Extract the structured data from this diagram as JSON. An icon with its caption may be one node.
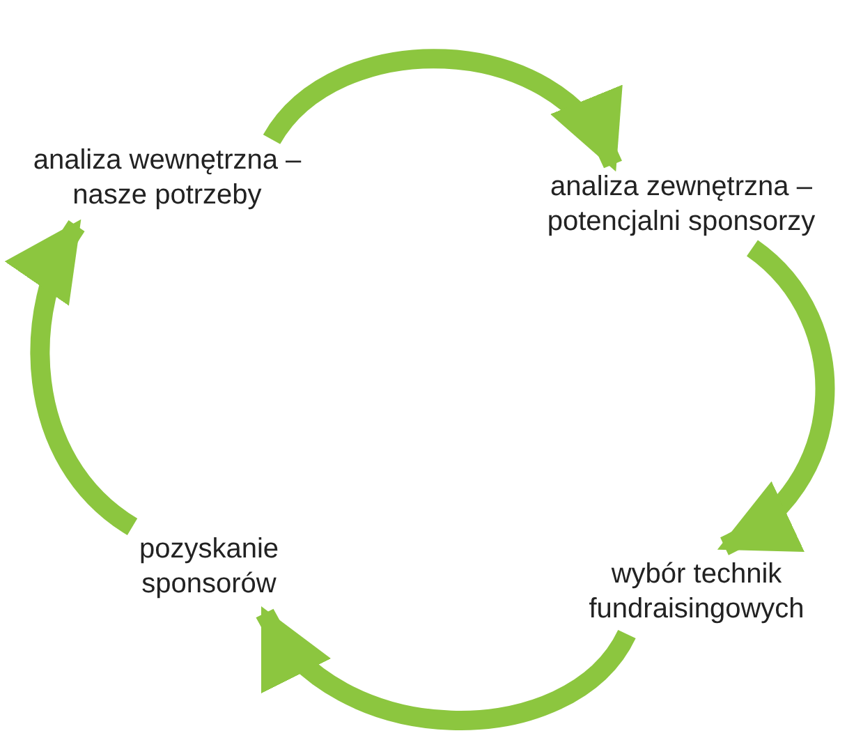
{
  "diagram": {
    "nodes": [
      {
        "text": [
          "analiza wewnętrzna – nasze potrzeby"
        ]
      },
      {
        "text": [
          "analiza zewnętrzna – potencjalni sponsorzy"
        ]
      },
      {
        "text": [
          "pozyskanie sponsorów"
        ]
      },
      {
        "text": [
          "wybór technik fundraisingowych"
        ]
      }
    ],
    "edges": [
      {
        "from": 0,
        "to": 1,
        "arrow": "to"
      },
      {
        "from": 1,
        "to": 3,
        "arrow": "to"
      },
      {
        "from": 3,
        "to": 2,
        "arrow": "to"
      },
      {
        "from": 2,
        "to": 0,
        "arrow": "to"
      }
    ]
  }
}
